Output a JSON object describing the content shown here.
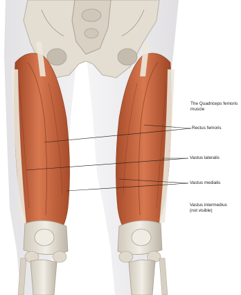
{
  "title_lines": [
    "The Quadriceps femoris",
    "muscle"
  ],
  "labels": {
    "rectus_femoris": "Rectus femoris",
    "vastus_lateralis": "Vastus   lateralis",
    "vastus_medialis": "Vastus medialis",
    "vastus_intermedius": [
      "Vastus intermedius",
      "(not visible)"
    ]
  },
  "colors": {
    "muscle": "#c8643a",
    "muscle_dark": "#9c4424",
    "muscle_light": "#e08a5c",
    "bone": "#e6e0d4",
    "bone_shadow": "#b8b0a2",
    "skin": "#e9e7ea",
    "tendon": "#ece8dc",
    "leader_line": "#1a1a1a"
  }
}
